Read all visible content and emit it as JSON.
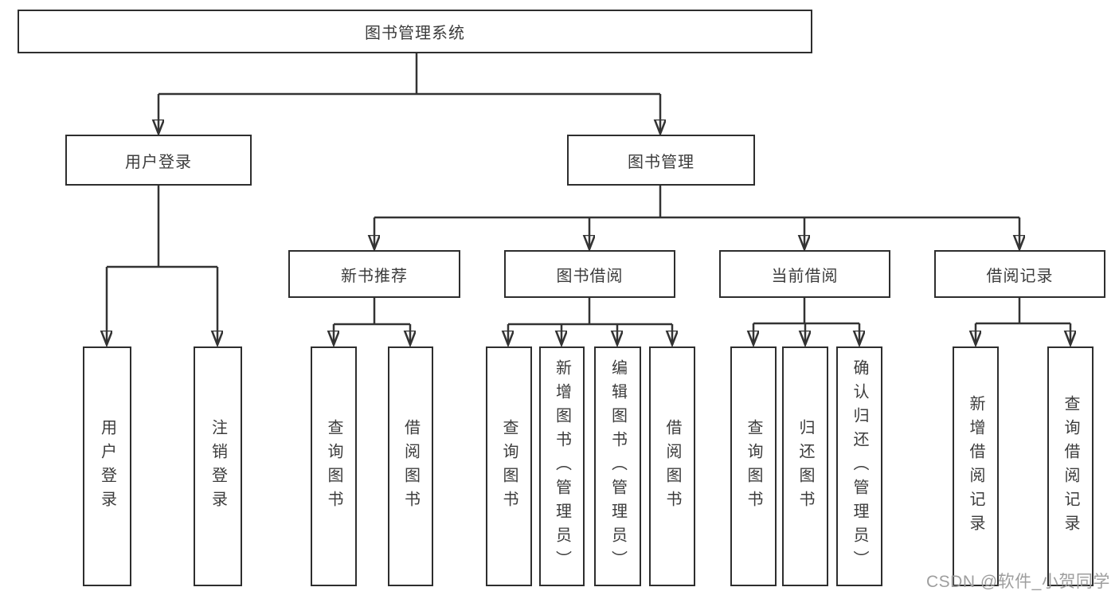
{
  "diagram_title": "图书管理系统",
  "nodes": {
    "root": {
      "label": "图书管理系统"
    },
    "user_branch": {
      "label": "用户登录",
      "children": [
        {
          "label": "用户登录"
        },
        {
          "label": "注销登录"
        }
      ]
    },
    "book_branch": {
      "label": "图书管理",
      "groups": [
        {
          "label": "新书推荐",
          "children": [
            {
              "label": "查询图书"
            },
            {
              "label": "借阅图书"
            }
          ]
        },
        {
          "label": "图书借阅",
          "children": [
            {
              "label": "查询图书"
            },
            {
              "label": "新增图书（管理员）"
            },
            {
              "label": "编辑图书（管理员）"
            },
            {
              "label": "借阅图书"
            }
          ]
        },
        {
          "label": "当前借阅",
          "children": [
            {
              "label": "查询图书"
            },
            {
              "label": "归还图书"
            },
            {
              "label": "确认归还（管理员）"
            }
          ]
        },
        {
          "label": "借阅记录",
          "children": [
            {
              "label": "新增借阅记录"
            },
            {
              "label": "查询借阅记录"
            }
          ]
        }
      ]
    }
  },
  "watermark": {
    "text": "CSDN @软件_小贺同学"
  },
  "colors": {
    "line": "#333333",
    "box_border": "#2e2e2e",
    "text": "#3c3c3c",
    "watermark": "#9e9e9e",
    "background": "#ffffff"
  }
}
